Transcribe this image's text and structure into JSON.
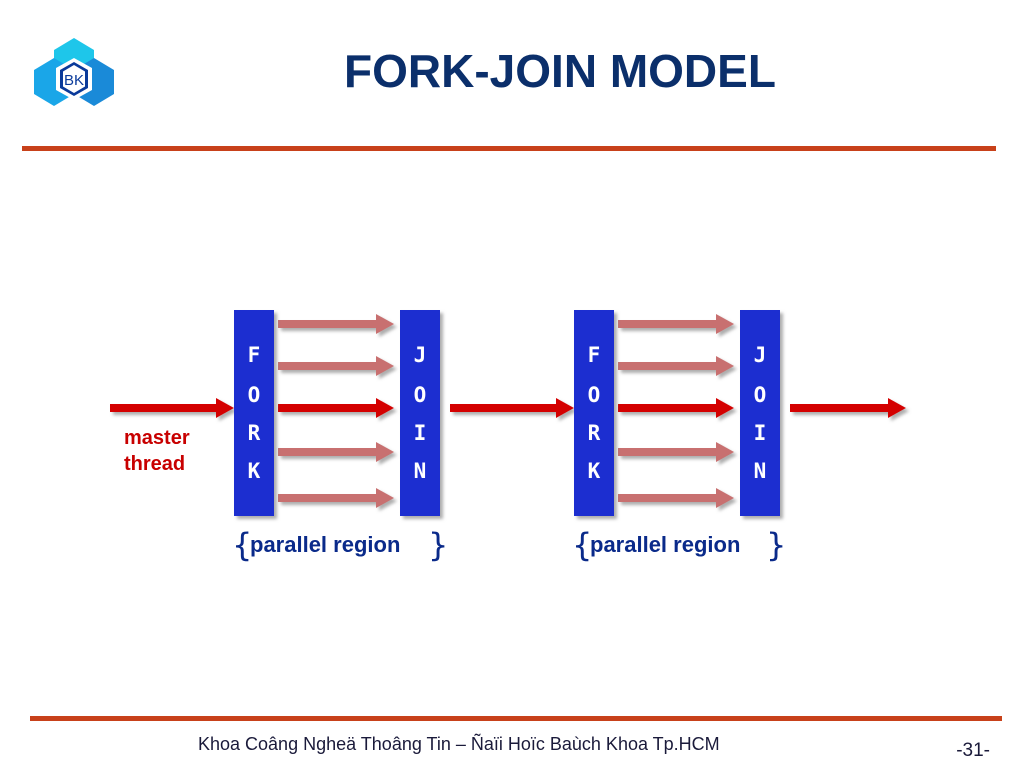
{
  "header": {
    "logo_text": "BK",
    "title": "FORK-JOIN MODEL"
  },
  "diagram": {
    "master_label_line1": "master",
    "master_label_line2": "thread",
    "fork_letters": [
      "F",
      "O",
      "R",
      "K"
    ],
    "join_letters": [
      "J",
      "O",
      "I",
      "N"
    ],
    "region_label": "parallel region",
    "brace_open": "{",
    "brace_close": "}",
    "colors": {
      "bar": "#1f2fd0",
      "master_arrow": "#d40000",
      "thread_arrow": "#c87070",
      "label": "#c80000",
      "region": "#0a2a8a"
    }
  },
  "footer": {
    "text": "Khoa Coâng Ngheä Thoâng Tin – Ñaïi Hoïc Baùch Khoa Tp.HCM",
    "page": "-31-"
  }
}
